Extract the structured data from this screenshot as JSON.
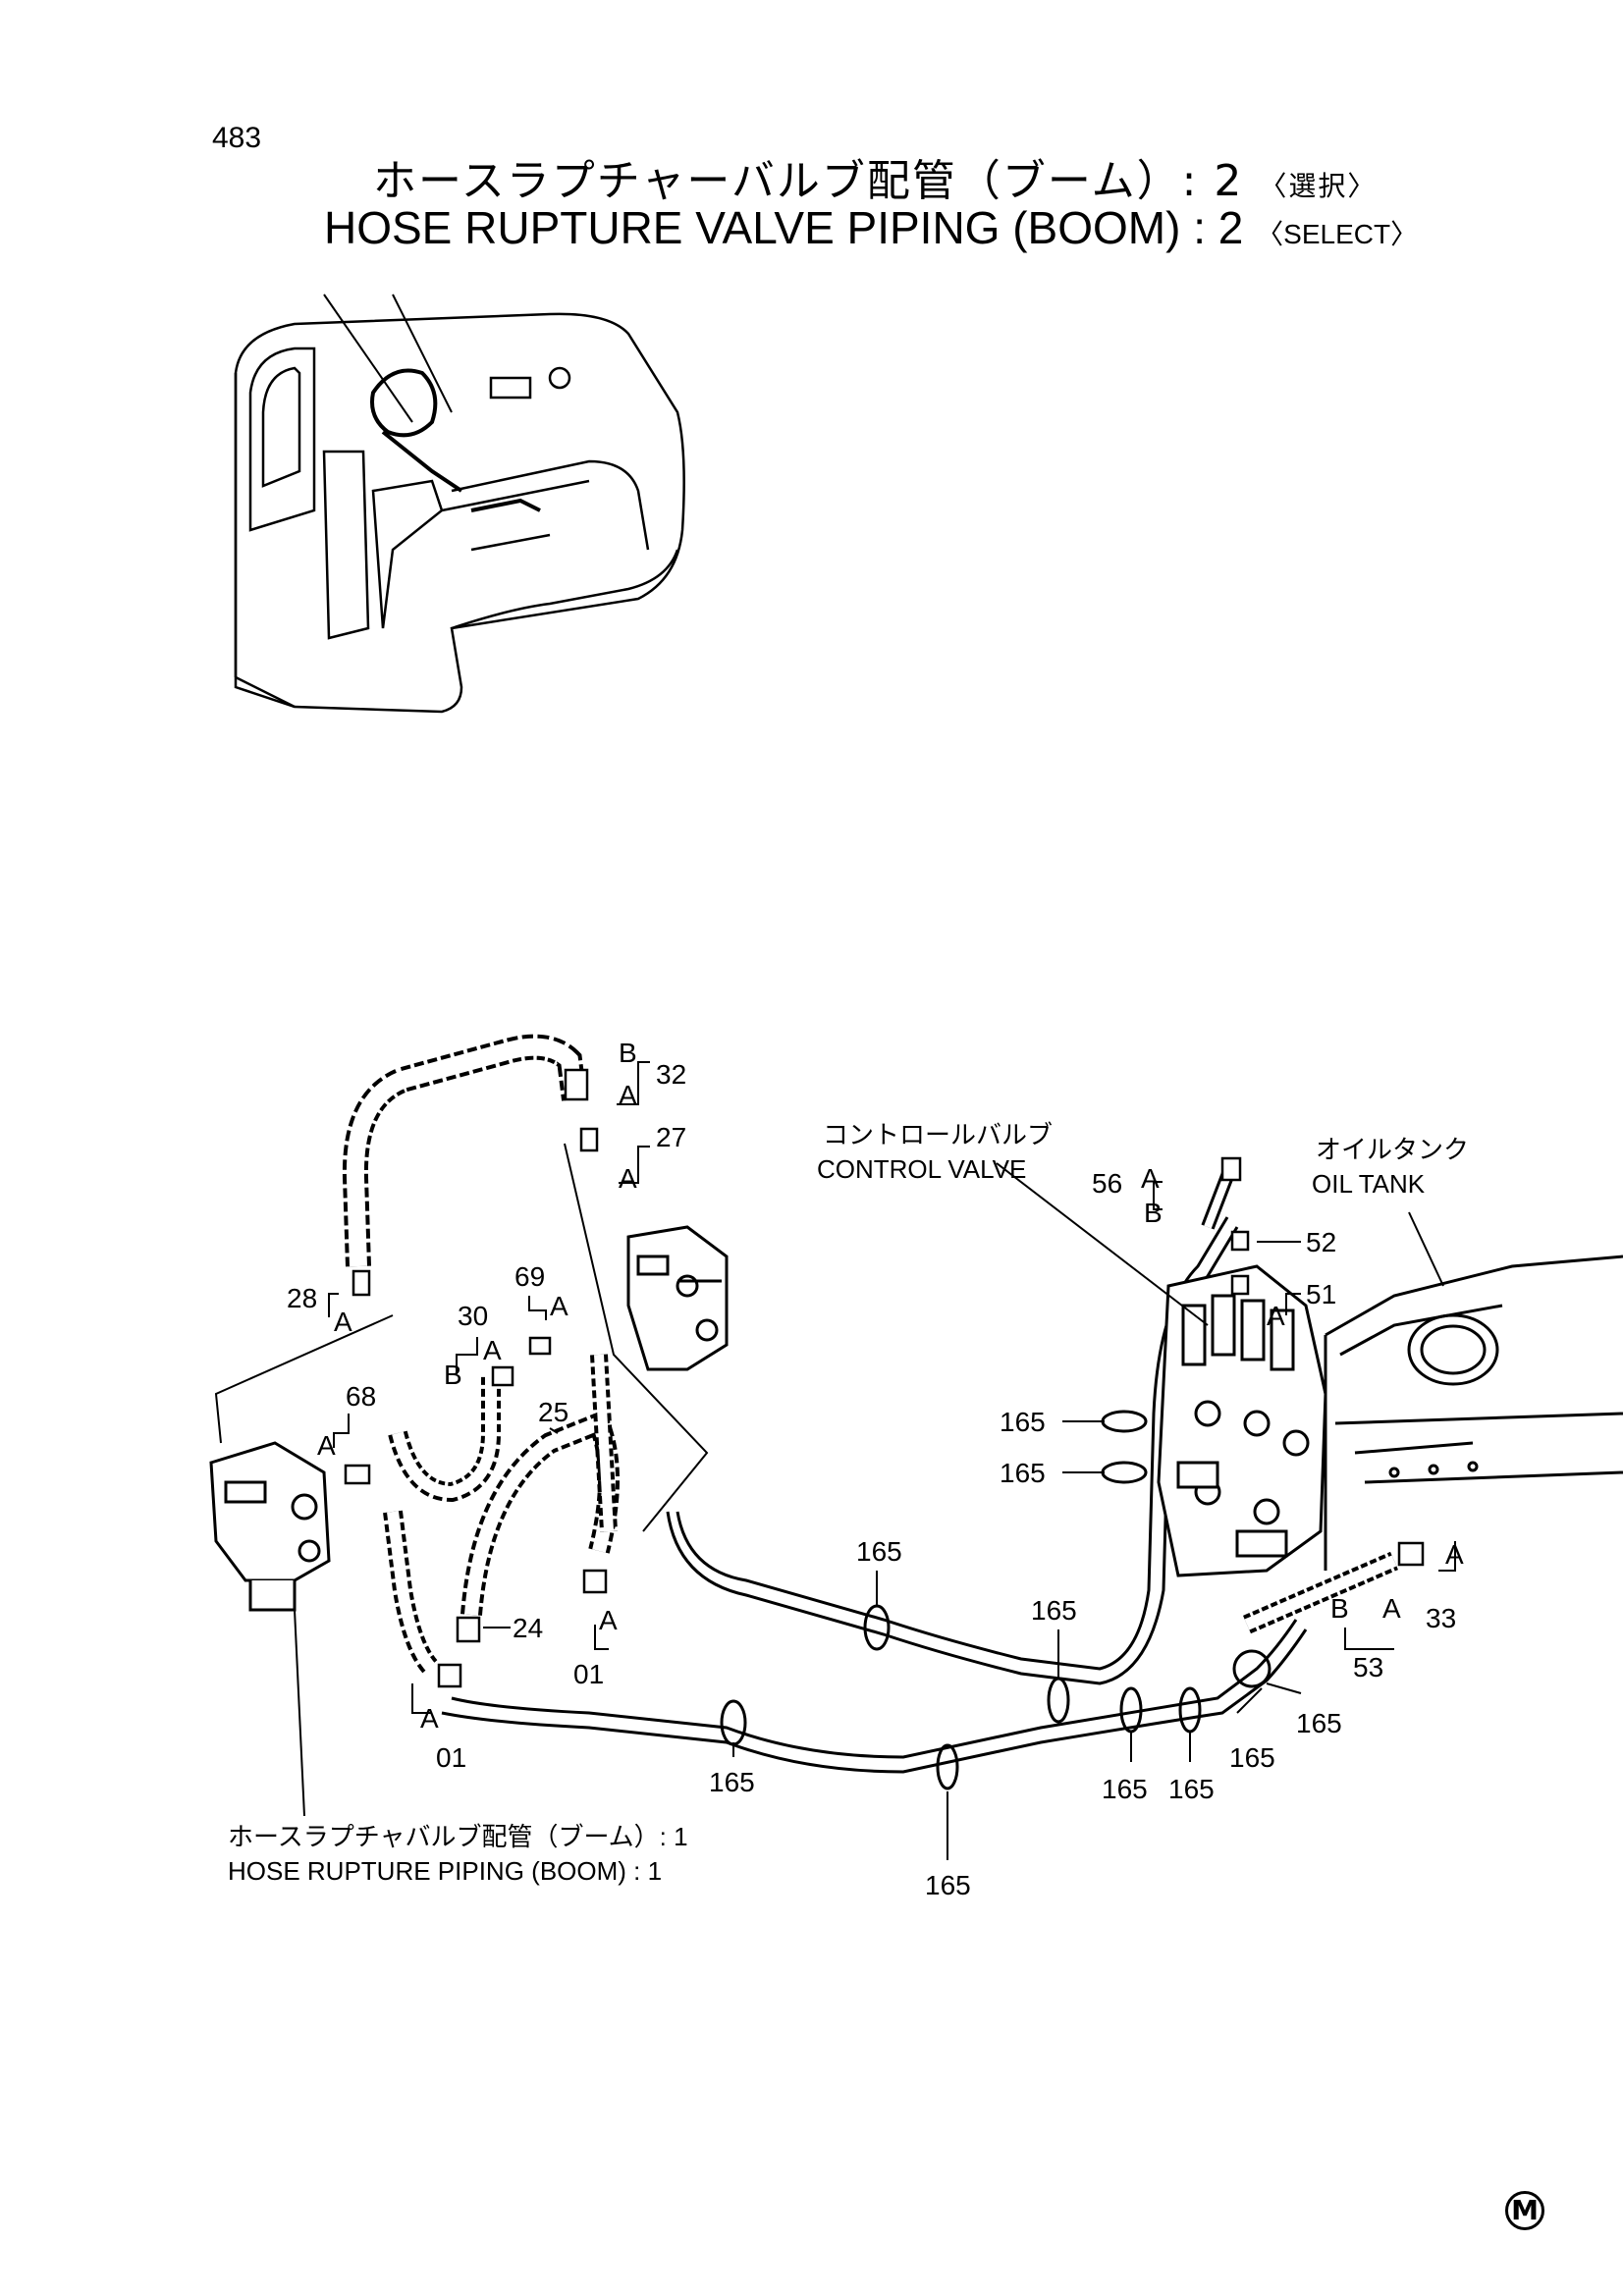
{
  "page_number": "483",
  "title": {
    "jp_main": "ホースラプチャーバルブ配管（ブーム）: 2",
    "jp_sub": "〈選択〉",
    "en_main": "HOSE RUPTURE VALVE PIPING (BOOM) : 2",
    "en_sub": "〈SELECT〉"
  },
  "labels": {
    "control_valve_jp": "コントロールバルブ",
    "control_valve_en": "CONTROL VALVE",
    "oil_tank_jp": "オイルタンク",
    "oil_tank_en": "OIL TANK",
    "piping1_jp": "ホースラプチャバルブ配管（ブーム）: 1",
    "piping1_en": "HOSE RUPTURE PIPING (BOOM) : 1"
  },
  "parts": {
    "p01": "01",
    "p24": "24",
    "p25": "25",
    "p27": "27",
    "p28": "28",
    "p30": "30",
    "p32": "32",
    "p33": "33",
    "p51": "51",
    "p52": "52",
    "p53": "53",
    "p56": "56",
    "p68": "68",
    "p69": "69",
    "p165": "165"
  },
  "letters": {
    "a": "A",
    "b": "B"
  },
  "mark": "M"
}
